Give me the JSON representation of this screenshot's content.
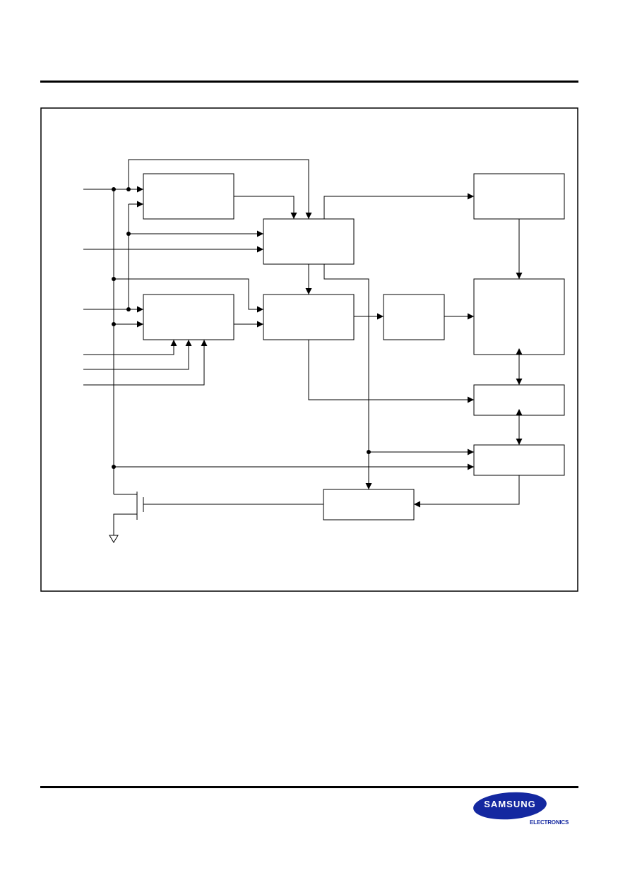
{
  "brand": {
    "logo_text": "SAMSUNG",
    "logo_subtext": "ELECTRONICS",
    "logo_color": "#1428a0"
  },
  "diagram": {
    "line_color": "#000000",
    "background": "#ffffff",
    "blocks": [
      "block-a",
      "block-b",
      "block-c",
      "block-d",
      "block-e",
      "block-f",
      "block-g",
      "block-h",
      "block-i",
      "block-j"
    ],
    "external_inputs": 6,
    "labels_visible": false
  }
}
